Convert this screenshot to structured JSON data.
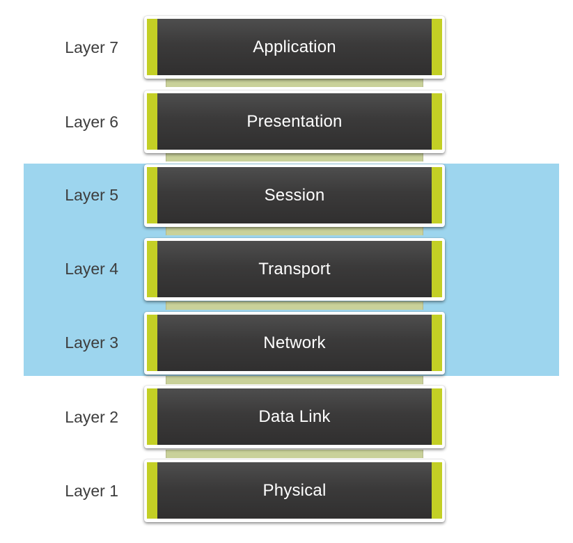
{
  "colors": {
    "highlight": "#9dd5ee",
    "accent": "#c3cf25",
    "box": "#3b3a3a"
  },
  "layers": [
    {
      "label": "Layer 7",
      "name": "Application"
    },
    {
      "label": "Layer 6",
      "name": "Presentation"
    },
    {
      "label": "Layer 5",
      "name": "Session"
    },
    {
      "label": "Layer 4",
      "name": "Transport"
    },
    {
      "label": "Layer 3",
      "name": "Network"
    },
    {
      "label": "Layer 2",
      "name": "Data Link"
    },
    {
      "label": "Layer 1",
      "name": "Physical"
    }
  ],
  "highlighted_layers": [
    "Layer 5",
    "Layer 4",
    "Layer 3"
  ]
}
